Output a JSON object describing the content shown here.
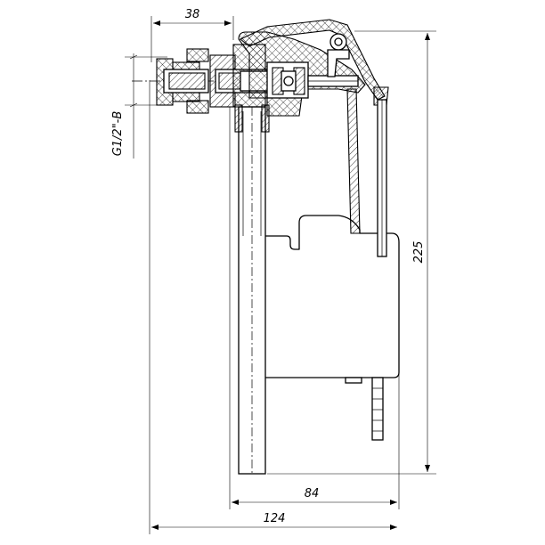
{
  "drawing": {
    "dimensions": {
      "nut_width": "38",
      "thread_spec": "G1/2\"-B",
      "total_height": "225",
      "body_width": "84",
      "total_width": "124"
    }
  }
}
